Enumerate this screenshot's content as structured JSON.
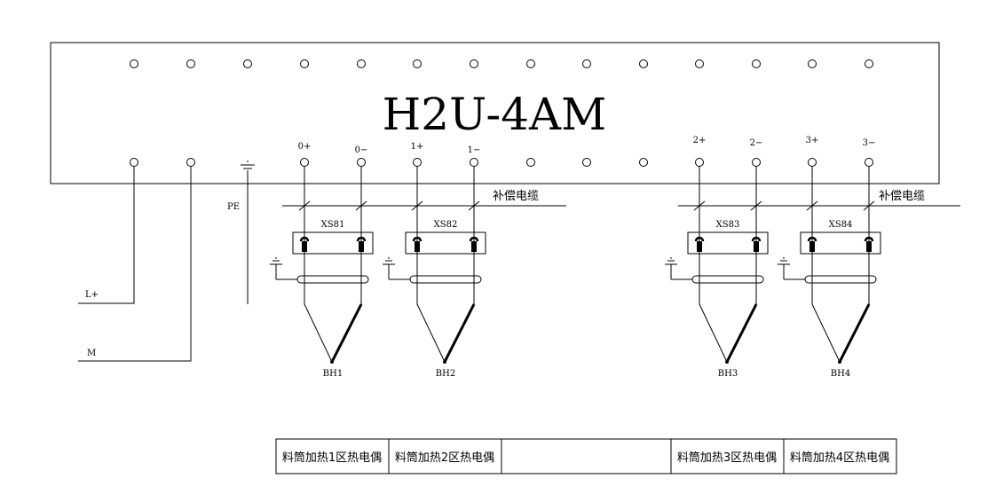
{
  "module": {
    "title": "H2U-4AM"
  },
  "terminals": {
    "c0p": "0+",
    "c0m": "0−",
    "c1p": "1+",
    "c1m": "1−",
    "c2p": "2+",
    "c2m": "2−",
    "c3p": "3+",
    "c3m": "3−"
  },
  "power": {
    "lplus": "L+",
    "m": "M",
    "pe": "PE"
  },
  "cable_label": "补偿电缆",
  "connectors": [
    "XS81",
    "XS82",
    "XS83",
    "XS84"
  ],
  "sensors": [
    "BH1",
    "BH2",
    "BH3",
    "BH4"
  ],
  "table": [
    "料筒加热1区热电偶",
    "料筒加热2区热电偶",
    "",
    "料筒加热3区热电偶",
    "料筒加热4区热电偶"
  ]
}
